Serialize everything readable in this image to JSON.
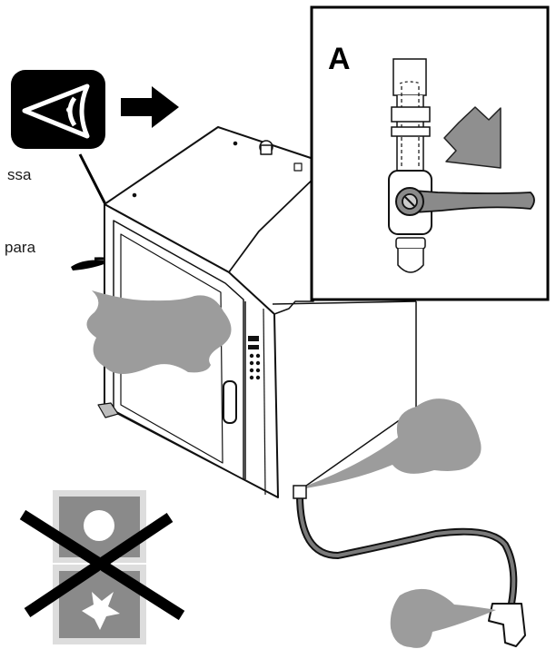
{
  "texts": {
    "fragment_1": "ssa",
    "fragment_2": "para",
    "inset_label": "A"
  },
  "colors": {
    "steam_fill": "#9c9c9c",
    "arrow_gray": "#8f8f8f",
    "sign_bg": "#8a8a8a",
    "line": "#111111"
  },
  "icons": {
    "eye_sign": "eye-icon",
    "direction": "arrow-right-icon",
    "inset_arrow": "arrow-down-right-icon",
    "prohibition": "prohibited-cross-icon"
  }
}
